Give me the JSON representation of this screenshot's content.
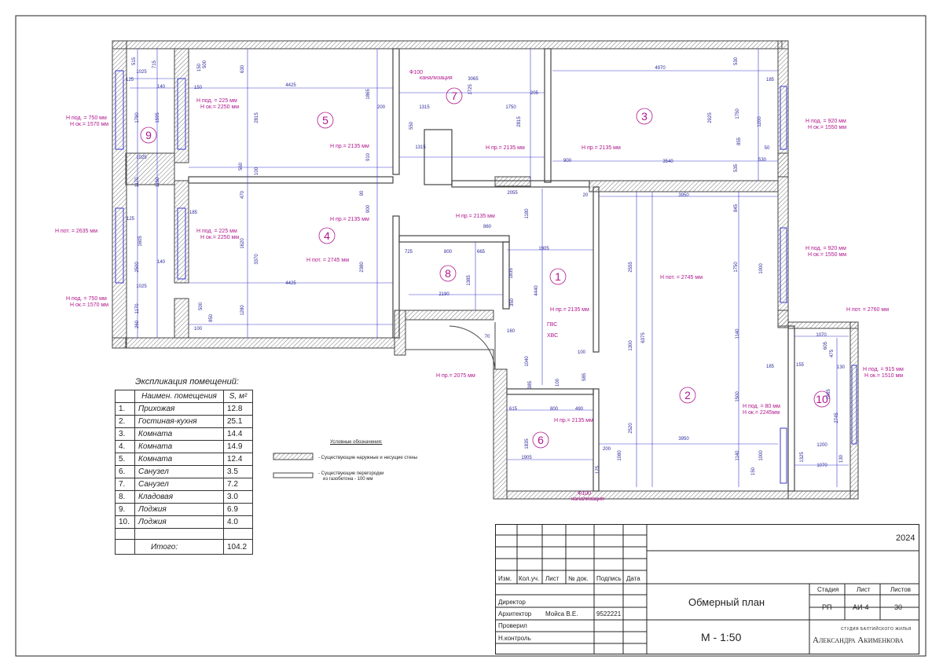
{
  "rooms": [
    {
      "num": "1"
    },
    {
      "num": "2"
    },
    {
      "num": "3"
    },
    {
      "num": "4"
    },
    {
      "num": "5"
    },
    {
      "num": "6"
    },
    {
      "num": "7"
    },
    {
      "num": "8"
    },
    {
      "num": "9"
    },
    {
      "num": "10"
    }
  ],
  "dimensions": [
    "515",
    "715",
    "1025",
    "125",
    "140",
    "1790",
    "1595",
    "150",
    "150",
    "500",
    "630",
    "4425",
    "1865",
    "2815",
    "200",
    "1315",
    "550",
    "1725",
    "3065",
    "1750",
    "205",
    "2815",
    "4970",
    "530",
    "185",
    "1200",
    "1750",
    "2925",
    "50",
    "855",
    "535",
    "530",
    "3540",
    "900",
    "1315",
    "910",
    "1025",
    "1170",
    "1150",
    "560",
    "100",
    "125",
    "185",
    "470",
    "90",
    "900",
    "1620",
    "3370",
    "2380",
    "4425",
    "1605",
    "2500",
    "140",
    "1025",
    "1170",
    "260",
    "100",
    "500",
    "850",
    "1280",
    "2055",
    "20",
    "3950",
    "845",
    "1180",
    "860",
    "725",
    "800",
    "665",
    "1905",
    "2555",
    "1750",
    "1000",
    "1835",
    "1385",
    "2190",
    "4440",
    "350",
    "6375",
    "1300",
    "1140",
    "70",
    "160",
    "100",
    "1040",
    "605",
    "1070",
    "475",
    "130",
    "1465",
    "2745",
    "100",
    "585",
    "385",
    "615",
    "800",
    "490",
    "1835",
    "1905",
    "2520",
    "3950",
    "1500",
    "1140",
    "185",
    "155",
    "1200",
    "1325",
    "1070",
    "130",
    "200",
    "1080",
    "125",
    "150",
    "1000"
  ],
  "annotations": {
    "h_pr": "Н пр.= 2135 мм",
    "h_pr_2075": "Н пр.= 2075 мм",
    "h_pot_2745": "Н пот. = 2745 мм",
    "h_pot_2635": "Н пот. = 2635 мм",
    "h_pot_2760": "Н пот. = 2760 мм",
    "h_pod_750": "Н под. = 750 мм",
    "h_ok_1570": "Н ок.= 1570 мм",
    "h_pod_225": "Н под. = 225 мм",
    "h_ok_2250": "Н ок.= 2250 мм",
    "h_pod_920": "Н под. = 920 мм",
    "h_ok_1550": "Н ок.= 1550 мм",
    "h_pod_915": "Н под. = 915 мм",
    "h_ok_1510": "Н ок.= 1510 мм",
    "h_pod_80": "Н под. = 80 мм",
    "h_ok_2245": "Н ок.= 2245мм",
    "f100": "Ф100",
    "kanal": "канализация",
    "gvs": "ГВС",
    "hvs": "ХВС"
  },
  "explication": {
    "title": "Экспликация помещений:",
    "col_name": "Наимен. помещения",
    "col_area": "S, м²",
    "rows": [
      {
        "n": "1.",
        "name": "Прихожая",
        "s": "12.8"
      },
      {
        "n": "2.",
        "name": "Гостиная-кухня",
        "s": "25.1"
      },
      {
        "n": "3.",
        "name": "Комната",
        "s": "14.4"
      },
      {
        "n": "4.",
        "name": "Комната",
        "s": "14.9"
      },
      {
        "n": "5.",
        "name": "Комната",
        "s": "12.4"
      },
      {
        "n": "6.",
        "name": "Санузел",
        "s": "3.5"
      },
      {
        "n": "7.",
        "name": "Санузел",
        "s": "7.2"
      },
      {
        "n": "8.",
        "name": "Кладовая",
        "s": "3.0"
      },
      {
        "n": "9.",
        "name": "Лоджия",
        "s": "6.9"
      },
      {
        "n": "10.",
        "name": "Лоджия",
        "s": "4.0"
      }
    ],
    "total_label": "Итого:",
    "total_value": "104.2"
  },
  "legend": {
    "title": "Условные обозначения:",
    "item1": "- Существующие наружные и несущие стены",
    "item2a": "- Существующие перегородки",
    "item2b": "из газобетона - 100 мм"
  },
  "stamp": {
    "year": "2024",
    "col_izm": "Изм.",
    "col_kol": "Кол.уч.",
    "col_list": "Лист",
    "col_doc": "№ док.",
    "col_sign": "Подпись",
    "col_date": "Дата",
    "director": "Директор",
    "architect": "Архитектор",
    "architect_name": "Мойса В.Е.",
    "architect_sign": "9522221",
    "checked": "Проверил",
    "norm": "Н.контроль",
    "title": "Обмерный план",
    "scale": "М - 1:50",
    "stage_label": "Стадия",
    "sheet_label": "Лист",
    "sheets_label": "Листов",
    "stage": "РП",
    "sheet": "АИ-4",
    "sheets": "30",
    "studio_small": "СТУДИЯ БАЛТИЙСКОГО ЖИЛЬЯ",
    "studio_name": "Александра Акименкова"
  },
  "colors": {
    "dim": "#3a3ad0",
    "annot": "#b0168c",
    "wall": "#555555"
  }
}
